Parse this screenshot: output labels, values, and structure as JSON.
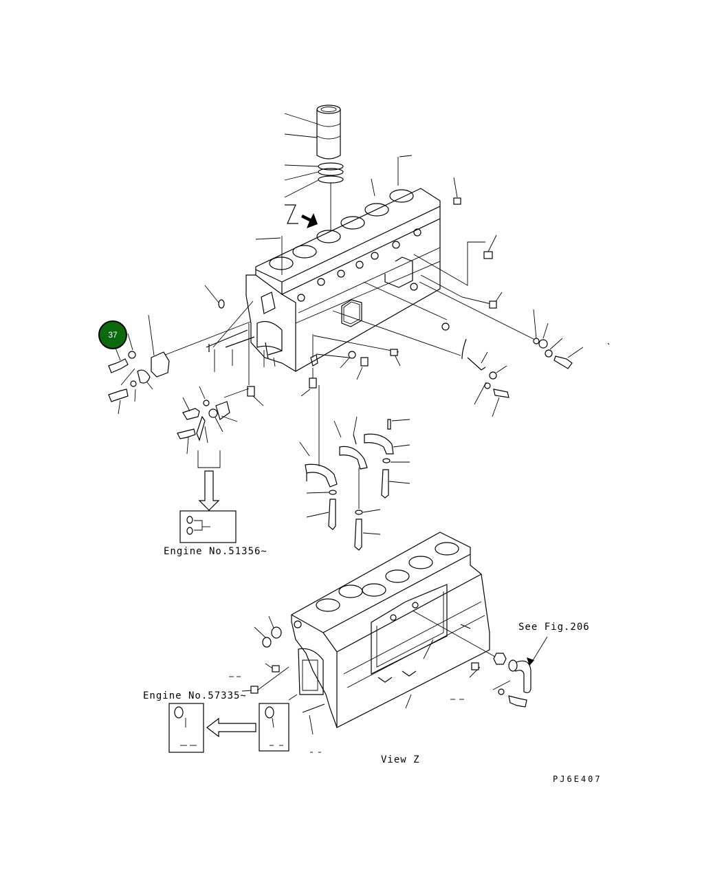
{
  "diagram": {
    "labels": {
      "engine_no_1": "Engine No.51356~",
      "engine_no_2": "Engine No.57335~",
      "see_fig": "See Fig.206",
      "view": "View Z",
      "view_marker": "Z",
      "figure_code": "PJ6E407"
    },
    "callouts": [
      {
        "number": "37"
      }
    ],
    "colors": {
      "callout_fill": "#0b6a0b",
      "line": "#000000",
      "background": "#ffffff"
    }
  }
}
